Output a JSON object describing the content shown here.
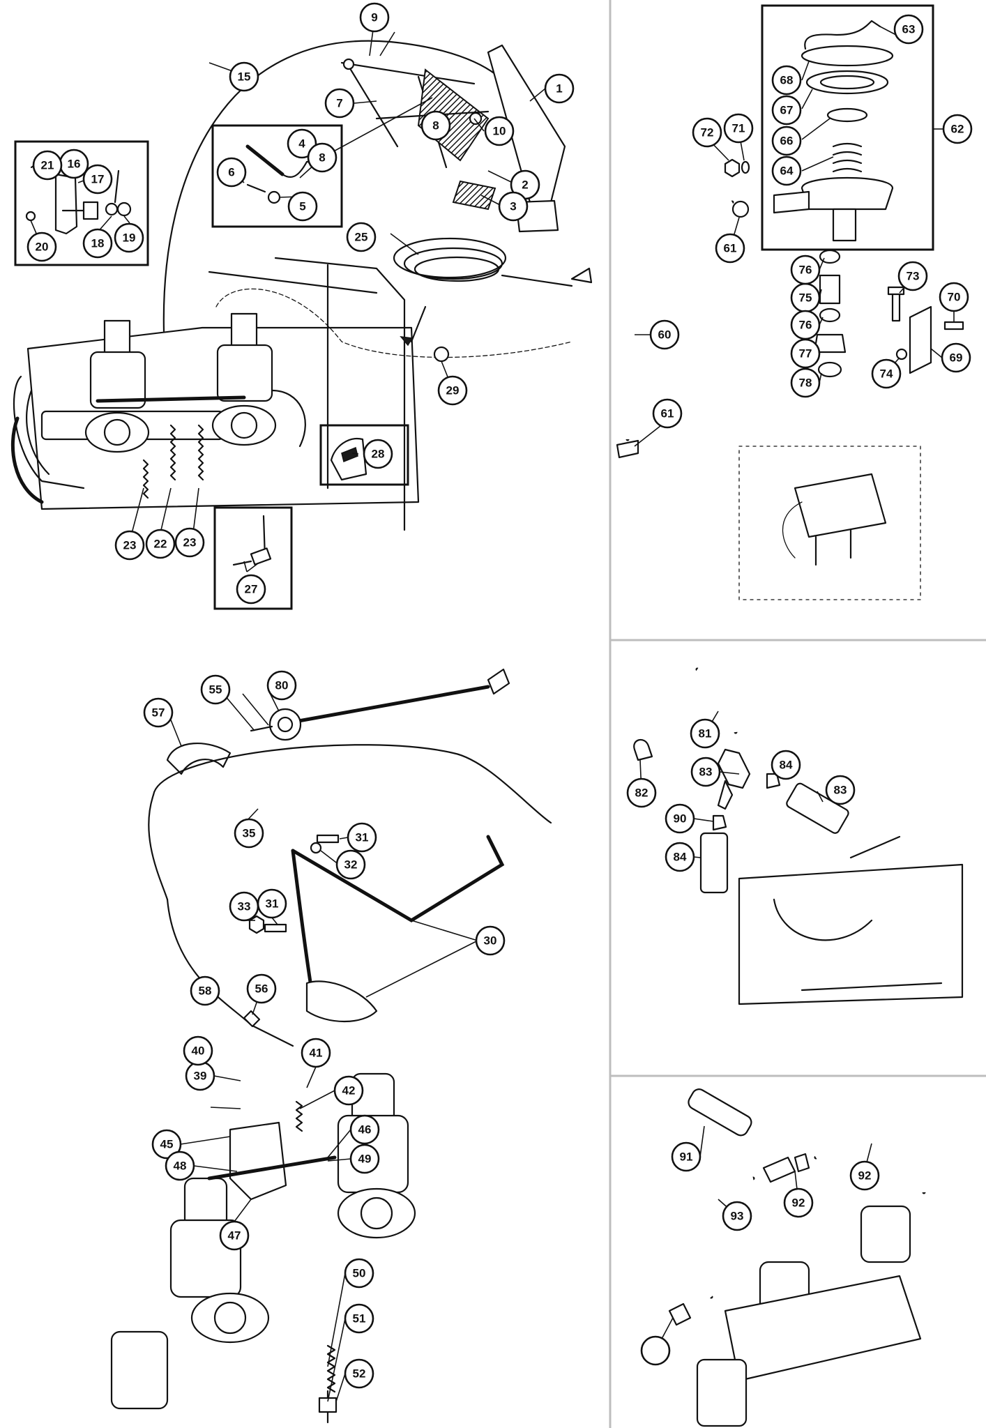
{
  "diagram": {
    "colors": {
      "ink": "#111111",
      "paper": "#ffffff",
      "divider": "#bdbdbd"
    },
    "callouts": [
      "1",
      "2",
      "3",
      "4",
      "5",
      "6",
      "7",
      "8",
      "8",
      "9",
      "10",
      "15",
      "16",
      "17",
      "18",
      "19",
      "20",
      "21",
      "22",
      "23",
      "23",
      "25",
      "27",
      "28",
      "29",
      "60",
      "61",
      "61",
      "62",
      "63",
      "64",
      "66",
      "67",
      "68",
      "69",
      "70",
      "71",
      "72",
      "73",
      "74",
      "75",
      "76",
      "76",
      "77",
      "78",
      "30",
      "31",
      "31",
      "32",
      "33",
      "35",
      "39",
      "40",
      "41",
      "42",
      "45",
      "46",
      "47",
      "48",
      "49",
      "50",
      "51",
      "52",
      "55",
      "56",
      "57",
      "58",
      "80",
      "81",
      "82",
      "83",
      "83",
      "84",
      "84",
      "90",
      "91",
      "92",
      "92",
      "93"
    ]
  }
}
